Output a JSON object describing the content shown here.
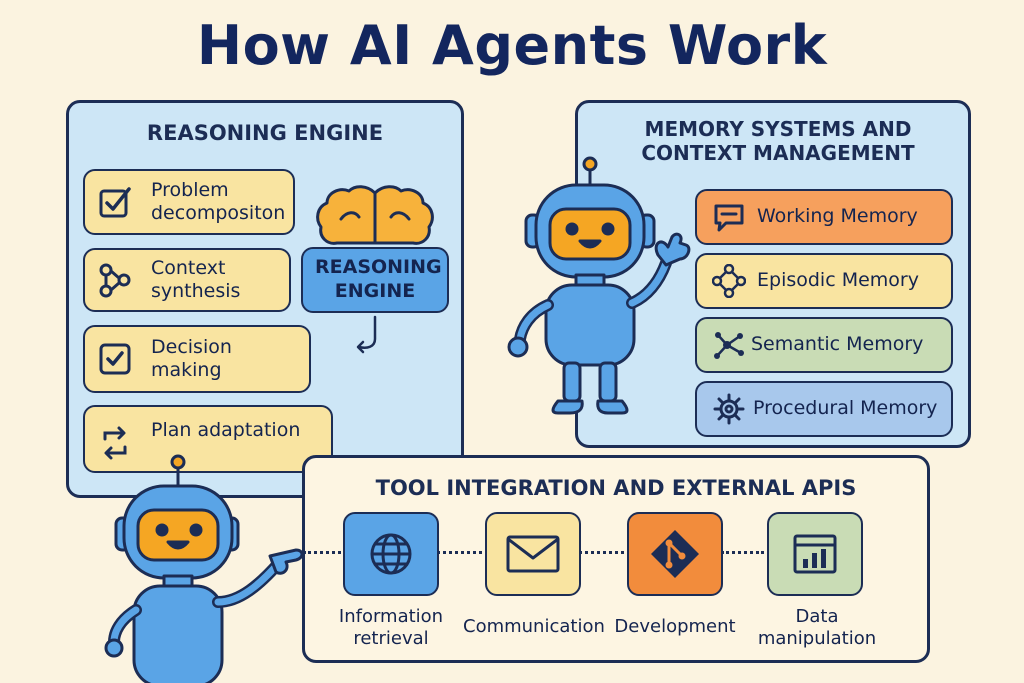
{
  "title": "How AI Agents Work",
  "reasoning_engine": {
    "heading": "REASONING ENGINE",
    "steps": [
      {
        "label": "Problem decompositon",
        "icon": "checkbox-check-icon"
      },
      {
        "label": "Context synthesis",
        "icon": "connected-nodes-icon"
      },
      {
        "label": "Decision making",
        "icon": "checkbox-check-icon"
      },
      {
        "label": "Plan adaptation",
        "icon": "cycle-arrows-icon"
      }
    ],
    "brain_label": "REASONING ENGINE",
    "brain_icon": "brain-icon"
  },
  "memory": {
    "heading_line1": "MEMORY SYSTEMS AND",
    "heading_line2": "CONTEXT MANAGEMENT",
    "items": [
      {
        "label": "Working Memory",
        "icon": "speech-bubble-icon",
        "color": "#f6a05d"
      },
      {
        "label": "Episodic Memory",
        "icon": "diamond-nodes-icon",
        "color": "#f9e4a1"
      },
      {
        "label": "Semantic Memory",
        "icon": "network-nodes-icon",
        "color": "#c9dcb5"
      },
      {
        "label": "Procedural Memory",
        "icon": "gear-icon",
        "color": "#a8c8ec"
      }
    ]
  },
  "tools": {
    "heading": "TOOL INTEGRATION AND EXTERNAL APIS",
    "items": [
      {
        "label": "Information retrieval",
        "icon": "globe-icon",
        "color": "#5aa4e6"
      },
      {
        "label": "Communication",
        "icon": "envelope-icon",
        "color": "#f9e4a1"
      },
      {
        "label": "Development",
        "icon": "git-icon",
        "color": "#f28c3c"
      },
      {
        "label": "Data manipulation",
        "icon": "bar-chart-icon",
        "color": "#c9dcb5"
      }
    ]
  },
  "colors": {
    "background": "#fbf3e0",
    "panel": "#cde6f6",
    "outline": "#1c2d55",
    "robot_body": "#5aa4e6",
    "robot_face": "#f5a623"
  }
}
